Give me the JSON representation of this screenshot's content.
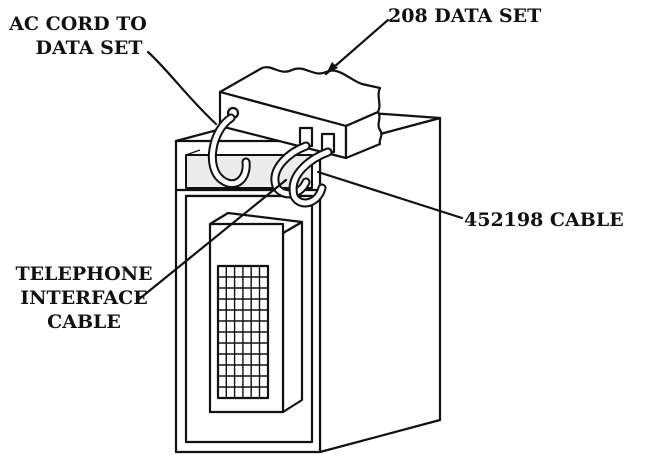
{
  "labels": {
    "ac_cord": [
      "AC CORD TO",
      "DATA SET"
    ],
    "data_set": "208 DATA SET",
    "cable_452198": "452198 CABLE",
    "telephone_cable": [
      "TELEPHONE",
      "INTERFACE",
      "CABLE"
    ]
  }
}
